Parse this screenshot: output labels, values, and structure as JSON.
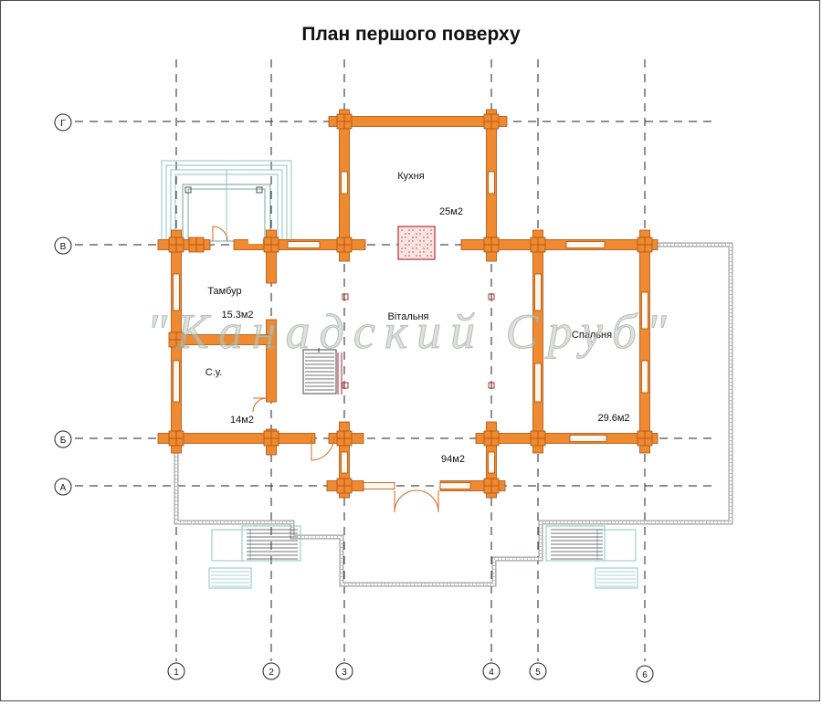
{
  "title": "План першого поверху",
  "watermark": "\"Канадский Сруб\"",
  "grid": {
    "rows": [
      "Г",
      "В",
      "Б",
      "А"
    ],
    "columns": [
      "1",
      "2",
      "3",
      "4",
      "5",
      "6"
    ]
  },
  "rooms": [
    {
      "name": "Кухня",
      "area": "25м2"
    },
    {
      "name": "Тамбур",
      "area": "15.3м2"
    },
    {
      "name": "Вітальня",
      "area": "94м2"
    },
    {
      "name": "Спальня",
      "area": "29.6м2"
    },
    {
      "name": "С.у.",
      "area": "14м2"
    }
  ],
  "colors": {
    "log": "#f08a30",
    "log_edge": "#a85012",
    "grid_line": "#222222",
    "stairs": "#8cc4c0",
    "terrace": "#c46a7a"
  }
}
